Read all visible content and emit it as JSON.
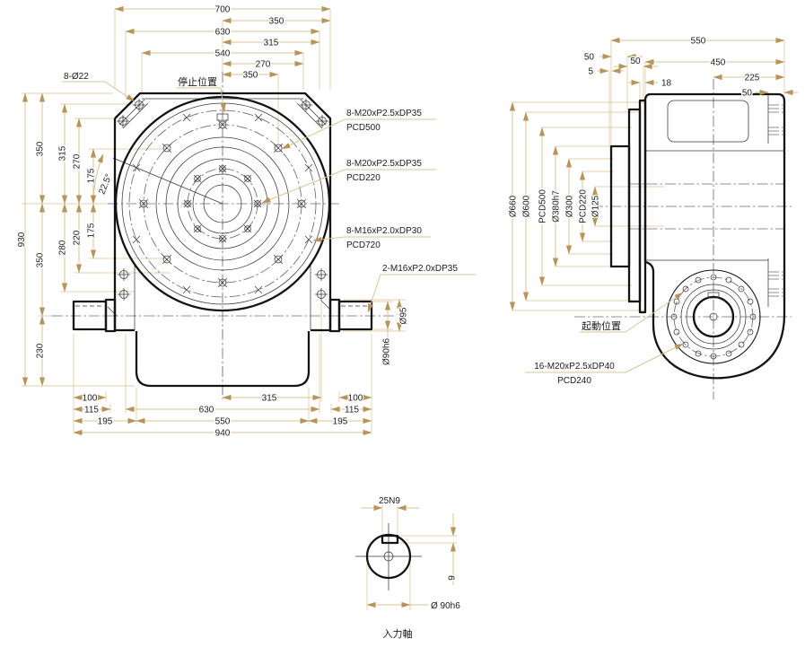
{
  "colors": {
    "line": "#141414",
    "dimension_line": "#d8c493",
    "dimension_arrow": "#b6955a",
    "centerline": "#6e6880",
    "background": "#ffffff",
    "text": "#1b1b1b"
  },
  "front_view": {
    "dims": {
      "top": [
        "700",
        "350",
        "630",
        "315",
        "540",
        "270",
        "350"
      ],
      "left": [
        "930",
        "350",
        "315",
        "270",
        "175",
        "22.5°",
        "175",
        "220",
        "280",
        "350",
        "230"
      ],
      "bottom": [
        "315",
        "630",
        "550",
        "940"
      ],
      "bottom_left": [
        "100",
        "115",
        "195"
      ],
      "bottom_right": [
        "100",
        "115",
        "195"
      ],
      "shaft_flange_dia": "Ø95",
      "shaft_dia": "Ø90h6"
    },
    "notes": {
      "corner_holes": "8-Ø22",
      "stop_position": "停止位置",
      "pcd500_line1": "8-M20xP2.5xDP35",
      "pcd500_line2": "PCD500",
      "pcd220_line1": "8-M20xP2.5xDP35",
      "pcd220_line2": "PCD220",
      "pcd720_line1": "8-M16xP2.0xDP30",
      "pcd720_line2": "PCD720",
      "side_tap": "2-M16xP2.0xDP35"
    }
  },
  "side_view": {
    "dims": {
      "top": [
        "550",
        "50",
        "50",
        "5",
        "450",
        "18",
        "225",
        "50"
      ],
      "diameters": [
        "Ø660",
        "Ø600",
        "PCD500",
        "Ø380h7",
        "Ø300",
        "PCD220",
        "Ø125"
      ]
    },
    "notes": {
      "start_position": "起動位置",
      "bolt_line1": "16-M20xP2.5xDP40",
      "bolt_line2": "PCD240"
    }
  },
  "input_shaft_view": {
    "keyway_width": "25N9",
    "keyway_depth": "9",
    "shaft_dia": "Ø 90h6",
    "caption": "入力軸"
  }
}
